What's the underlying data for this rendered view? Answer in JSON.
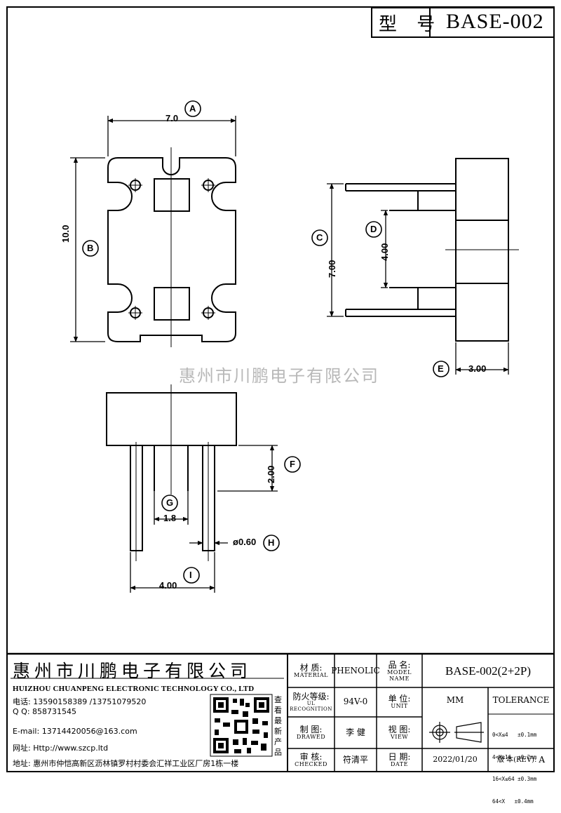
{
  "header": {
    "label": "型 号",
    "model": "BASE-002"
  },
  "watermark": "惠州市川鹏电子有限公司",
  "dimensions": {
    "A": "7.0",
    "B": "10.0",
    "C": "7.00",
    "D": "4.00",
    "E": "3.00",
    "F": "2.00",
    "G": "1.8",
    "H": "ø0.60",
    "I": "4.00"
  },
  "callouts": [
    "A",
    "B",
    "C",
    "D",
    "E",
    "F",
    "G",
    "H",
    "I"
  ],
  "titleblock": {
    "company_cn": "惠州市川鹏电子有限公司",
    "company_en": "HUIZHOU CHUANPENG ELECTRONIC TECHNOLOGY CO., LTD",
    "phone": "电话: 13590158389 /13751079520",
    "qq": "Q Q:  858731545",
    "email": "E-mail: 13714420056@163.com",
    "website": "网址: Http://www.szcp.ltd",
    "address": "地址: 惠州市仲恺高新区沥林镇罗村村委会汇祥工业区厂房1栋一楼",
    "qr_caption": "查看最新产品",
    "material_label": "材 质:",
    "material_label_en": "MATERIAL",
    "material_value": "PHENOLIC",
    "ul_label": "防火等级:",
    "ul_label_en": "UL RECOGNITION",
    "ul_value": "94V-0",
    "drawn_label": "制 图:",
    "drawn_label_en": "DRAWED",
    "drawn_value": "李 健",
    "checked_label": "审 核:",
    "checked_label_en": "CHECKED",
    "checked_value": "符清平",
    "name_label": "品 名:",
    "name_label_en": "MODEL NAME",
    "name_value": "BASE-002(2+2P)",
    "unit_label": "单 位:",
    "unit_label_en": "UNIT",
    "unit_value": "MM",
    "view_label": "视 图:",
    "view_label_en": "VIEW",
    "date_label": "日 期:",
    "date_label_en": "DATE",
    "date_value": "2022/01/20",
    "tolerance_label": "TOLERANCE",
    "tolerance_rows": [
      "0<X≤4   ±0.1mm",
      "4<X≤16  ±0.2mm",
      "16<X≤64 ±0.3mm",
      "64<X   ±0.4mm"
    ],
    "rev_label": "版 本(REV):",
    "rev_value": "A"
  }
}
